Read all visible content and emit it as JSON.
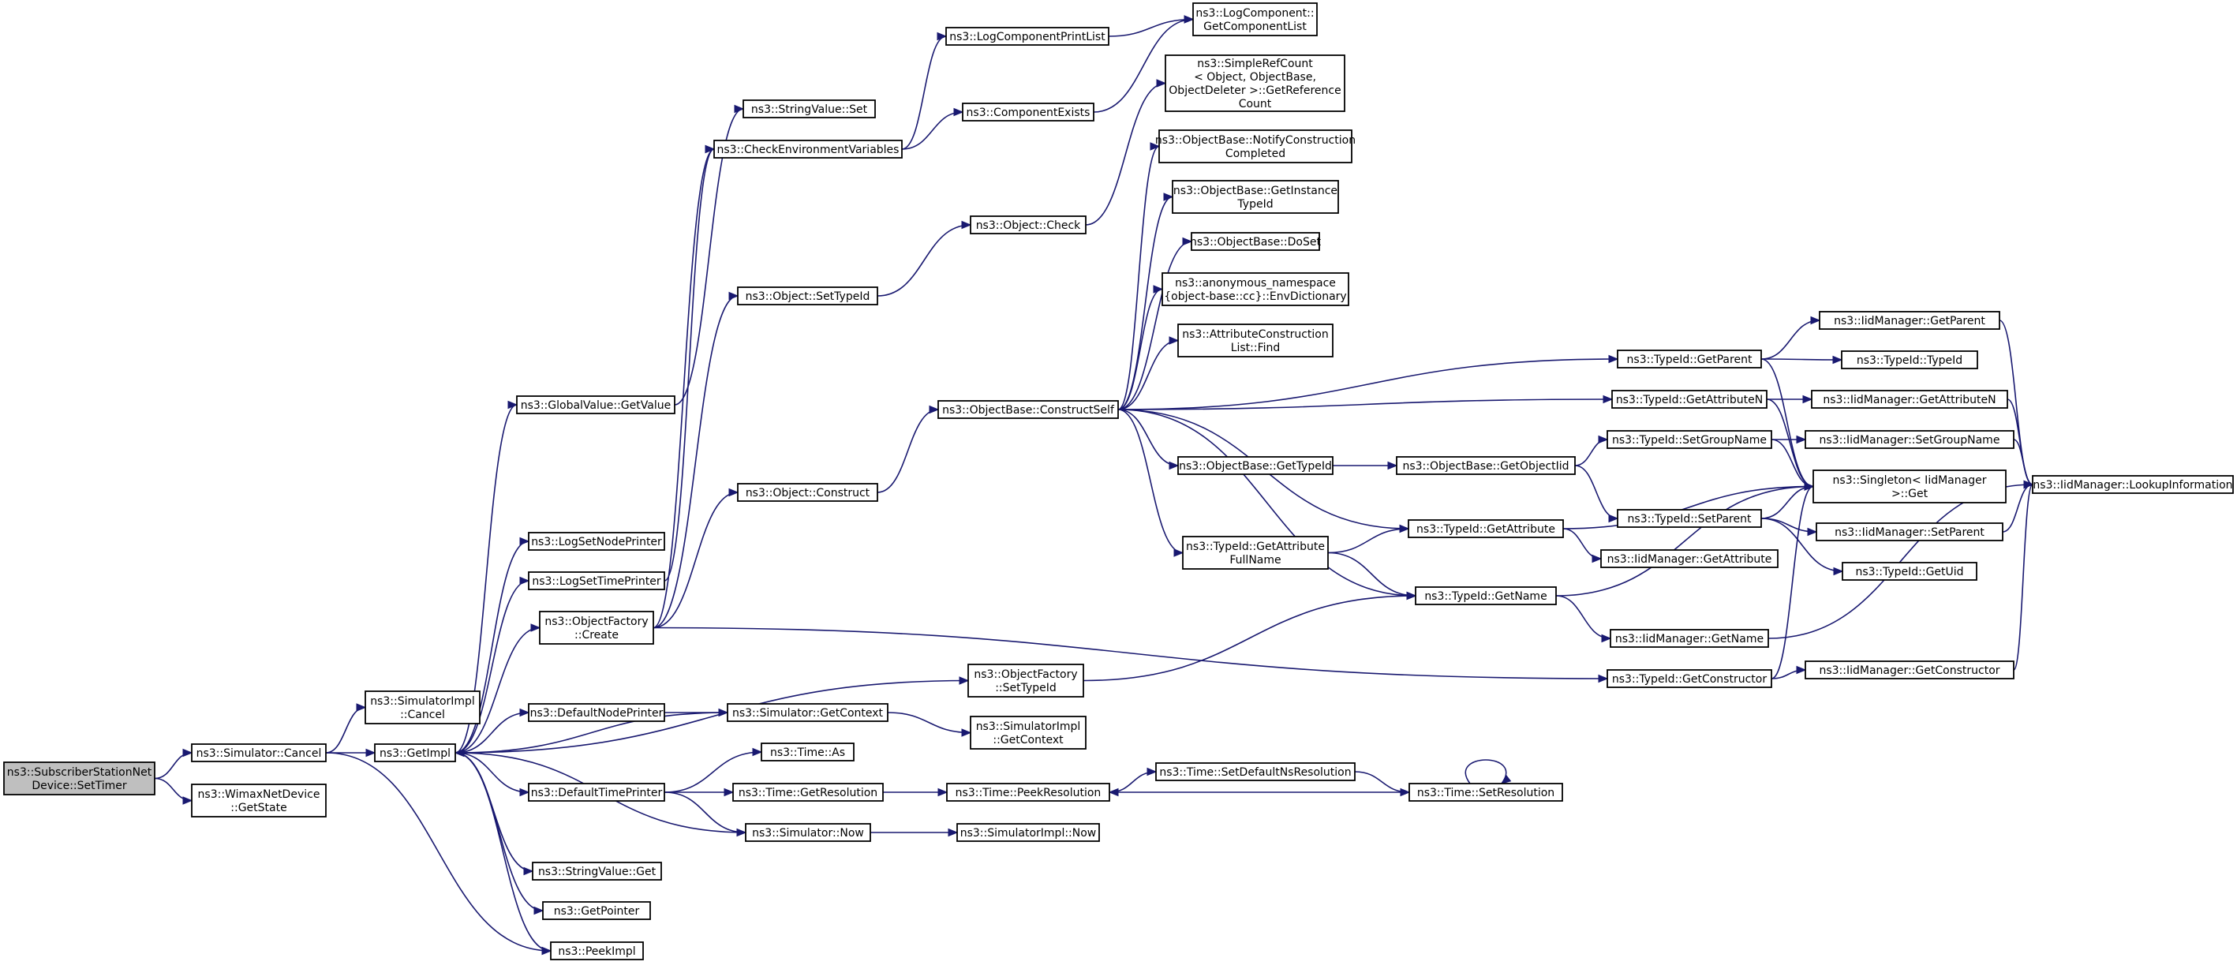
{
  "colors": {
    "edge": "#191970",
    "root_fill": "#bfbfbf",
    "node_fill": "#ffffff",
    "border": "#000000"
  },
  "nodes": {
    "setTimer": [
      "ns3::SubscriberStationNet",
      "Device::SetTimer"
    ],
    "simCancel": [
      "ns3::Simulator::Cancel"
    ],
    "wimaxGetState": [
      "ns3::WimaxNetDevice",
      "::GetState"
    ],
    "simImplCancel": [
      "ns3::SimulatorImpl",
      "::Cancel"
    ],
    "getImpl": [
      "ns3::GetImpl"
    ],
    "globalGetValue": [
      "ns3::GlobalValue::GetValue"
    ],
    "logSetNodePrinter": [
      "ns3::LogSetNodePrinter"
    ],
    "logSetTimePrinter": [
      "ns3::LogSetTimePrinter"
    ],
    "objFactoryCreate": [
      "ns3::ObjectFactory",
      "::Create"
    ],
    "defaultNodePrinter": [
      "ns3::DefaultNodePrinter"
    ],
    "defaultTimePrinter": [
      "ns3::DefaultTimePrinter"
    ],
    "stringValueGet": [
      "ns3::StringValue::Get"
    ],
    "getPointer": [
      "ns3::GetPointer"
    ],
    "peekImpl": [
      "ns3::PeekImpl"
    ],
    "stringValueSet": [
      "ns3::StringValue::Set"
    ],
    "checkEnv": [
      "ns3::CheckEnvironmentVariables"
    ],
    "objSetTypeId": [
      "ns3::Object::SetTypeId"
    ],
    "objConstruct": [
      "ns3::Object::Construct"
    ],
    "objFactorySetTypeId": [
      "ns3::ObjectFactory",
      "::SetTypeId"
    ],
    "simGetContext": [
      "ns3::Simulator::GetContext"
    ],
    "timeAs": [
      "ns3::Time::As"
    ],
    "timeGetResolution": [
      "ns3::Time::GetResolution"
    ],
    "simNow": [
      "ns3::Simulator::Now"
    ],
    "logCompPrintList": [
      "ns3::LogComponentPrintList"
    ],
    "componentExists": [
      "ns3::ComponentExists"
    ],
    "objCheck": [
      "ns3::Object::Check"
    ],
    "constructSelf": [
      "ns3::ObjectBase::ConstructSelf"
    ],
    "simImplGetContext": [
      "ns3::SimulatorImpl",
      "::GetContext"
    ],
    "timePeekResolution": [
      "ns3::Time::PeekResolution"
    ],
    "simImplNow": [
      "ns3::SimulatorImpl::Now"
    ],
    "logCompGetList": [
      "ns3::LogComponent::",
      "GetComponentList"
    ],
    "simpleRefCount": [
      "ns3::SimpleRefCount",
      "< Object, ObjectBase,",
      " ObjectDeleter >::GetReference",
      "Count"
    ],
    "notifyConstruction": [
      "ns3::ObjectBase::NotifyConstruction",
      "Completed"
    ],
    "getInstanceTypeId": [
      "ns3::ObjectBase::GetInstance",
      "TypeId"
    ],
    "doSet": [
      "ns3::ObjectBase::DoSet"
    ],
    "envDictionary": [
      "ns3::anonymous_namespace",
      "{object-base::cc}::EnvDictionary"
    ],
    "attrConstructionFind": [
      "ns3::AttributeConstruction",
      "List::Find"
    ],
    "objBaseGetTypeId": [
      "ns3::ObjectBase::GetTypeId"
    ],
    "getAttributeFullName": [
      "ns3::TypeId::GetAttribute",
      "FullName"
    ],
    "setDefaultNsRes": [
      "ns3::Time::SetDefaultNsResolution"
    ],
    "getObjectIid": [
      "ns3::ObjectBase::GetObjectIid"
    ],
    "typeIdGetAttribute": [
      "ns3::TypeId::GetAttribute"
    ],
    "typeIdGetName": [
      "ns3::TypeId::GetName"
    ],
    "timeSetResolution": [
      "ns3::Time::SetResolution"
    ],
    "typeIdGetParent": [
      "ns3::TypeId::GetParent"
    ],
    "typeIdGetAttributeN": [
      "ns3::TypeId::GetAttributeN"
    ],
    "typeIdSetGroupName": [
      "ns3::TypeId::SetGroupName"
    ],
    "typeIdSetParent": [
      "ns3::TypeId::SetParent"
    ],
    "iidGetAttribute": [
      "ns3::IidManager::GetAttribute"
    ],
    "iidGetName": [
      "ns3::IidManager::GetName"
    ],
    "typeIdGetConstructor": [
      "ns3::TypeId::GetConstructor"
    ],
    "iidGetParent": [
      "ns3::IidManager::GetParent"
    ],
    "typeIdTypeId": [
      "ns3::TypeId::TypeId"
    ],
    "iidGetAttributeN": [
      "ns3::IidManager::GetAttributeN"
    ],
    "iidSetGroupName": [
      "ns3::IidManager::SetGroupName"
    ],
    "singletonGet": [
      "ns3::Singleton< IidManager",
      " >::Get"
    ],
    "iidSetParent": [
      "ns3::IidManager::SetParent"
    ],
    "typeIdGetUid": [
      "ns3::TypeId::GetUid"
    ],
    "iidGetConstructor": [
      "ns3::IidManager::GetConstructor"
    ],
    "iidLookupInformation": [
      "ns3::IidManager::LookupInformation"
    ]
  },
  "edges": [
    [
      "setTimer",
      "simCancel"
    ],
    [
      "setTimer",
      "wimaxGetState"
    ],
    [
      "simCancel",
      "simImplCancel"
    ],
    [
      "simCancel",
      "getImpl"
    ],
    [
      "simCancel",
      "peekImpl"
    ],
    [
      "getImpl",
      "globalGetValue"
    ],
    [
      "getImpl",
      "logSetNodePrinter"
    ],
    [
      "getImpl",
      "logSetTimePrinter"
    ],
    [
      "getImpl",
      "objFactoryCreate"
    ],
    [
      "getImpl",
      "objFactorySetTypeId"
    ],
    [
      "getImpl",
      "defaultNodePrinter"
    ],
    [
      "getImpl",
      "defaultTimePrinter"
    ],
    [
      "getImpl",
      "stringValueGet"
    ],
    [
      "getImpl",
      "getPointer"
    ],
    [
      "getImpl",
      "peekImpl"
    ],
    [
      "globalGetValue",
      "stringValueSet"
    ],
    [
      "logSetTimePrinter",
      "checkEnv"
    ],
    [
      "objFactoryCreate",
      "checkEnv"
    ],
    [
      "objFactoryCreate",
      "objSetTypeId"
    ],
    [
      "objFactoryCreate",
      "objConstruct"
    ],
    [
      "objFactoryCreate",
      "typeIdGetConstructor"
    ],
    [
      "checkEnv",
      "logCompPrintList"
    ],
    [
      "checkEnv",
      "componentExists"
    ],
    [
      "logCompPrintList",
      "logCompGetList"
    ],
    [
      "componentExists",
      "logCompGetList"
    ],
    [
      "objSetTypeId",
      "objCheck"
    ],
    [
      "objCheck",
      "simpleRefCount"
    ],
    [
      "objConstruct",
      "constructSelf"
    ],
    [
      "constructSelf",
      "notifyConstruction"
    ],
    [
      "constructSelf",
      "getInstanceTypeId"
    ],
    [
      "constructSelf",
      "doSet"
    ],
    [
      "constructSelf",
      "envDictionary"
    ],
    [
      "constructSelf",
      "attrConstructionFind"
    ],
    [
      "constructSelf",
      "typeIdGetParent"
    ],
    [
      "constructSelf",
      "typeIdGetAttributeN"
    ],
    [
      "constructSelf",
      "objBaseGetTypeId"
    ],
    [
      "constructSelf",
      "typeIdGetAttribute"
    ],
    [
      "constructSelf",
      "getAttributeFullName"
    ],
    [
      "constructSelf",
      "typeIdGetName"
    ],
    [
      "objBaseGetTypeId",
      "getObjectIid"
    ],
    [
      "getObjectIid",
      "typeIdSetGroupName"
    ],
    [
      "getObjectIid",
      "typeIdSetParent"
    ],
    [
      "getAttributeFullName",
      "typeIdGetAttribute"
    ],
    [
      "getAttributeFullName",
      "typeIdGetName"
    ],
    [
      "typeIdGetAttribute",
      "iidGetAttribute"
    ],
    [
      "typeIdGetAttribute",
      "singletonGet"
    ],
    [
      "typeIdGetName",
      "iidGetName"
    ],
    [
      "typeIdGetName",
      "singletonGet"
    ],
    [
      "typeIdGetParent",
      "iidGetParent"
    ],
    [
      "typeIdGetParent",
      "typeIdTypeId"
    ],
    [
      "typeIdGetParent",
      "singletonGet"
    ],
    [
      "typeIdGetAttributeN",
      "iidGetAttributeN"
    ],
    [
      "typeIdGetAttributeN",
      "singletonGet"
    ],
    [
      "typeIdSetGroupName",
      "iidSetGroupName"
    ],
    [
      "typeIdSetGroupName",
      "singletonGet"
    ],
    [
      "typeIdSetParent",
      "iidSetParent"
    ],
    [
      "typeIdSetParent",
      "typeIdGetUid"
    ],
    [
      "typeIdSetParent",
      "singletonGet"
    ],
    [
      "typeIdGetConstructor",
      "iidGetConstructor"
    ],
    [
      "typeIdGetConstructor",
      "singletonGet"
    ],
    [
      "iidGetParent",
      "iidLookupInformation"
    ],
    [
      "iidGetAttributeN",
      "iidLookupInformation"
    ],
    [
      "iidSetGroupName",
      "iidLookupInformation"
    ],
    [
      "iidSetParent",
      "iidLookupInformation"
    ],
    [
      "iidGetName",
      "iidLookupInformation"
    ],
    [
      "iidGetConstructor",
      "iidLookupInformation"
    ],
    [
      "objFactorySetTypeId",
      "typeIdGetName"
    ],
    [
      "defaultNodePrinter",
      "simGetContext"
    ],
    [
      "simGetContext",
      "getImpl"
    ],
    [
      "simGetContext",
      "simImplGetContext"
    ],
    [
      "defaultTimePrinter",
      "timeAs"
    ],
    [
      "defaultTimePrinter",
      "timeGetResolution"
    ],
    [
      "defaultTimePrinter",
      "simNow"
    ],
    [
      "timeGetResolution",
      "timePeekResolution"
    ],
    [
      "simNow",
      "getImpl"
    ],
    [
      "simNow",
      "simImplNow"
    ],
    [
      "timePeekResolution",
      "setDefaultNsRes"
    ],
    [
      "setDefaultNsRes",
      "timeSetResolution"
    ],
    [
      "timeSetResolution",
      "timePeekResolution"
    ],
    [
      "timeSetResolution",
      "timeSetResolution"
    ]
  ]
}
